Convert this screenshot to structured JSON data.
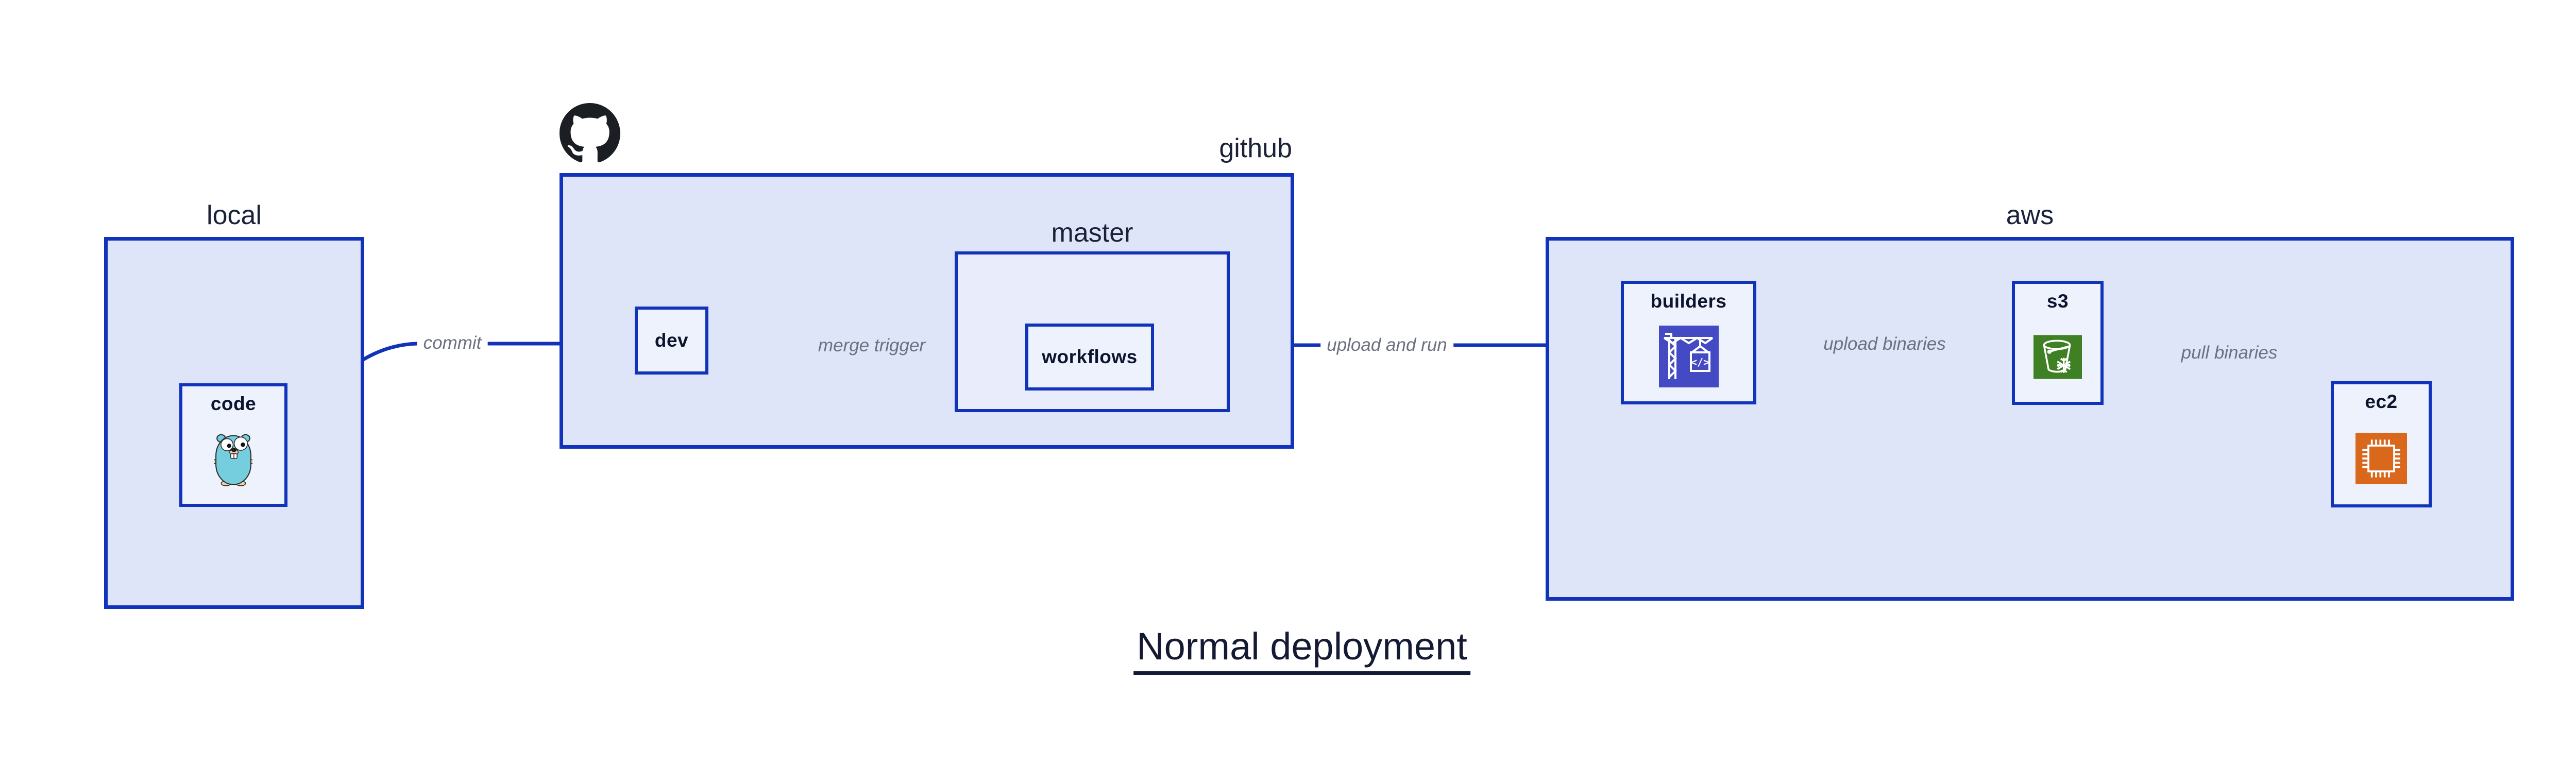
{
  "diagram": {
    "title": "Normal deployment",
    "containers": {
      "local": {
        "label": "local"
      },
      "github": {
        "label": "github"
      },
      "master": {
        "label": "master"
      },
      "aws": {
        "label": "aws"
      }
    },
    "nodes": {
      "code": {
        "label": "code",
        "icon": "go-gopher-icon"
      },
      "dev": {
        "label": "dev"
      },
      "workflows": {
        "label": "workflows"
      },
      "builders": {
        "label": "builders",
        "icon": "aws-codebuild-icon"
      },
      "s3": {
        "label": "s3",
        "icon": "aws-s3-glacier-bucket-icon"
      },
      "ec2": {
        "label": "ec2",
        "icon": "aws-ec2-chip-icon"
      }
    },
    "edges": [
      {
        "from": "code",
        "to": "dev",
        "label": "commit"
      },
      {
        "from": "dev",
        "to": "workflows",
        "label": "merge trigger"
      },
      {
        "from": "workflows",
        "to": "builders",
        "label": "upload and run"
      },
      {
        "from": "builders",
        "to": "s3",
        "label": "upload binaries"
      },
      {
        "from": "s3",
        "to": "ec2",
        "label": "pull binaries"
      }
    ],
    "icons": {
      "octocat": "github-octocat-icon",
      "gopher": "go-gopher-icon",
      "codebuild": "aws-codebuild-icon",
      "s3glacier": "aws-s3-glacier-bucket-icon",
      "ec2chip": "aws-ec2-chip-icon"
    },
    "colors": {
      "border_blue": "#1133bb",
      "container_fill": "#dfe5f9",
      "nested_container_fill": "#e9edfb",
      "node_fill": "#eef2fc",
      "edge_label_gray": "#6c7180",
      "text_navy": "#0d142e",
      "title_navy": "#141a33",
      "gopher_teal": "#74cede",
      "codebuild_indigo": "#4449c4",
      "s3_green": "#3e8023",
      "ec2_orange": "#d9671c",
      "octocat_black": "#1b1f23"
    }
  }
}
